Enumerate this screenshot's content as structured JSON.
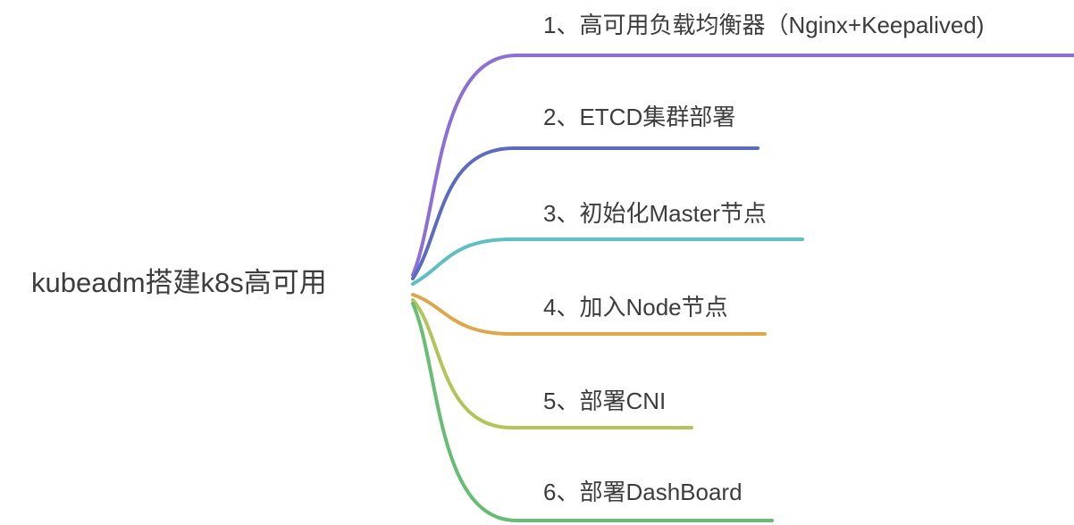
{
  "root": {
    "label": "kubeadm搭建k8s高可用",
    "text_color": "#3d3d3d"
  },
  "branches": [
    {
      "label": "1、高可用负载均衡器（Nginx+Keepalived)",
      "color": "#8d6fd6"
    },
    {
      "label": "2、ETCD集群部署",
      "color": "#5b6bc0"
    },
    {
      "label": "3、初始化Master节点",
      "color": "#5fc0c4"
    },
    {
      "label": "4、加入Node节点",
      "color": "#dfa64a"
    },
    {
      "label": "5、部署CNI",
      "color": "#b2c558"
    },
    {
      "label": "6、部署DashBoard",
      "color": "#66bd73"
    }
  ]
}
